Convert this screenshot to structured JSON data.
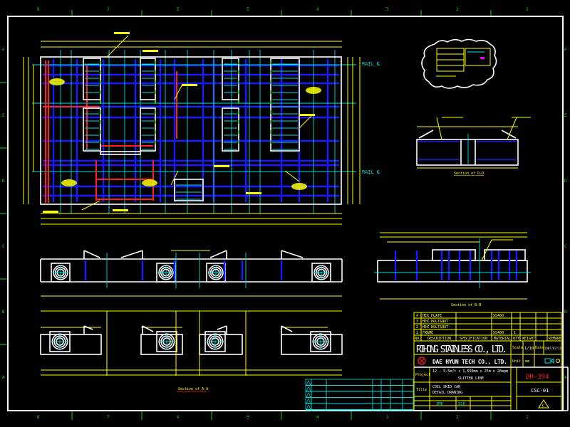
{
  "drawing": {
    "border": {
      "columns": [
        "8",
        "7",
        "6",
        "5",
        "4",
        "3",
        "2",
        "1"
      ],
      "rows": [
        "F",
        "E",
        "D",
        "C",
        "B",
        "A"
      ]
    },
    "plan": {
      "rail_label_top": "RAIL ℄",
      "rail_label_bottom": "RAIL ℄"
    },
    "sections": {
      "d_d": "Section of D-D",
      "b_b": "Section of B-B",
      "a_a": "Section of A-A"
    },
    "colors": {
      "background": "#000000",
      "dimension": "#ffff00",
      "outline": "#ffffff",
      "centerline": "#00e0e0",
      "beam": "#1a1aff",
      "highlight": "#ff2020"
    }
  },
  "title_block": {
    "parts": [
      {
        "no": "4",
        "description": "HEX PLATE",
        "spec": "",
        "material": "SS400",
        "qty": "",
        "remark": ""
      },
      {
        "no": "3",
        "description": "HEX BOLT&NUT",
        "spec": "",
        "material": "",
        "qty": "",
        "remark": ""
      },
      {
        "no": "2",
        "description": "HEX BOLT&NUT",
        "spec": "",
        "material": "",
        "qty": "",
        "remark": ""
      },
      {
        "no": "1",
        "description": "FRAME",
        "spec": "",
        "material": "SS400",
        "qty": "1",
        "remark": ""
      }
    ],
    "headers": {
      "no": "NO.",
      "description": "DESCRIPTION",
      "spec": "SPECIFICATION",
      "material": "MATERIAL",
      "qty": "QTY",
      "weight": "WEIGHT",
      "remark": "REMARK"
    },
    "customer": "RIHONG STAINLESS CO., LTD.",
    "scale_label": "Scale",
    "scale": "1/10",
    "date_label": "Date",
    "date": "2007/07/11",
    "maker": "DAE HYUN TECH CO., LTD.",
    "unit_label": "Unit",
    "unit": "mm",
    "project_label": "Project",
    "project_line1": "12 - 5.5m/t x 1,650mm x 25m x 28mpm",
    "project_line2": "SLITTER LINE",
    "title_label": "Title",
    "title_line1": "COIL SKID CAR",
    "title_line2": "DETAIL DRAWING",
    "drawing_no": "DH-394",
    "sheet_no": "CSC-01",
    "drawn_by": "JMK",
    "checked_by": "SCH",
    "revision_mark": "C"
  }
}
